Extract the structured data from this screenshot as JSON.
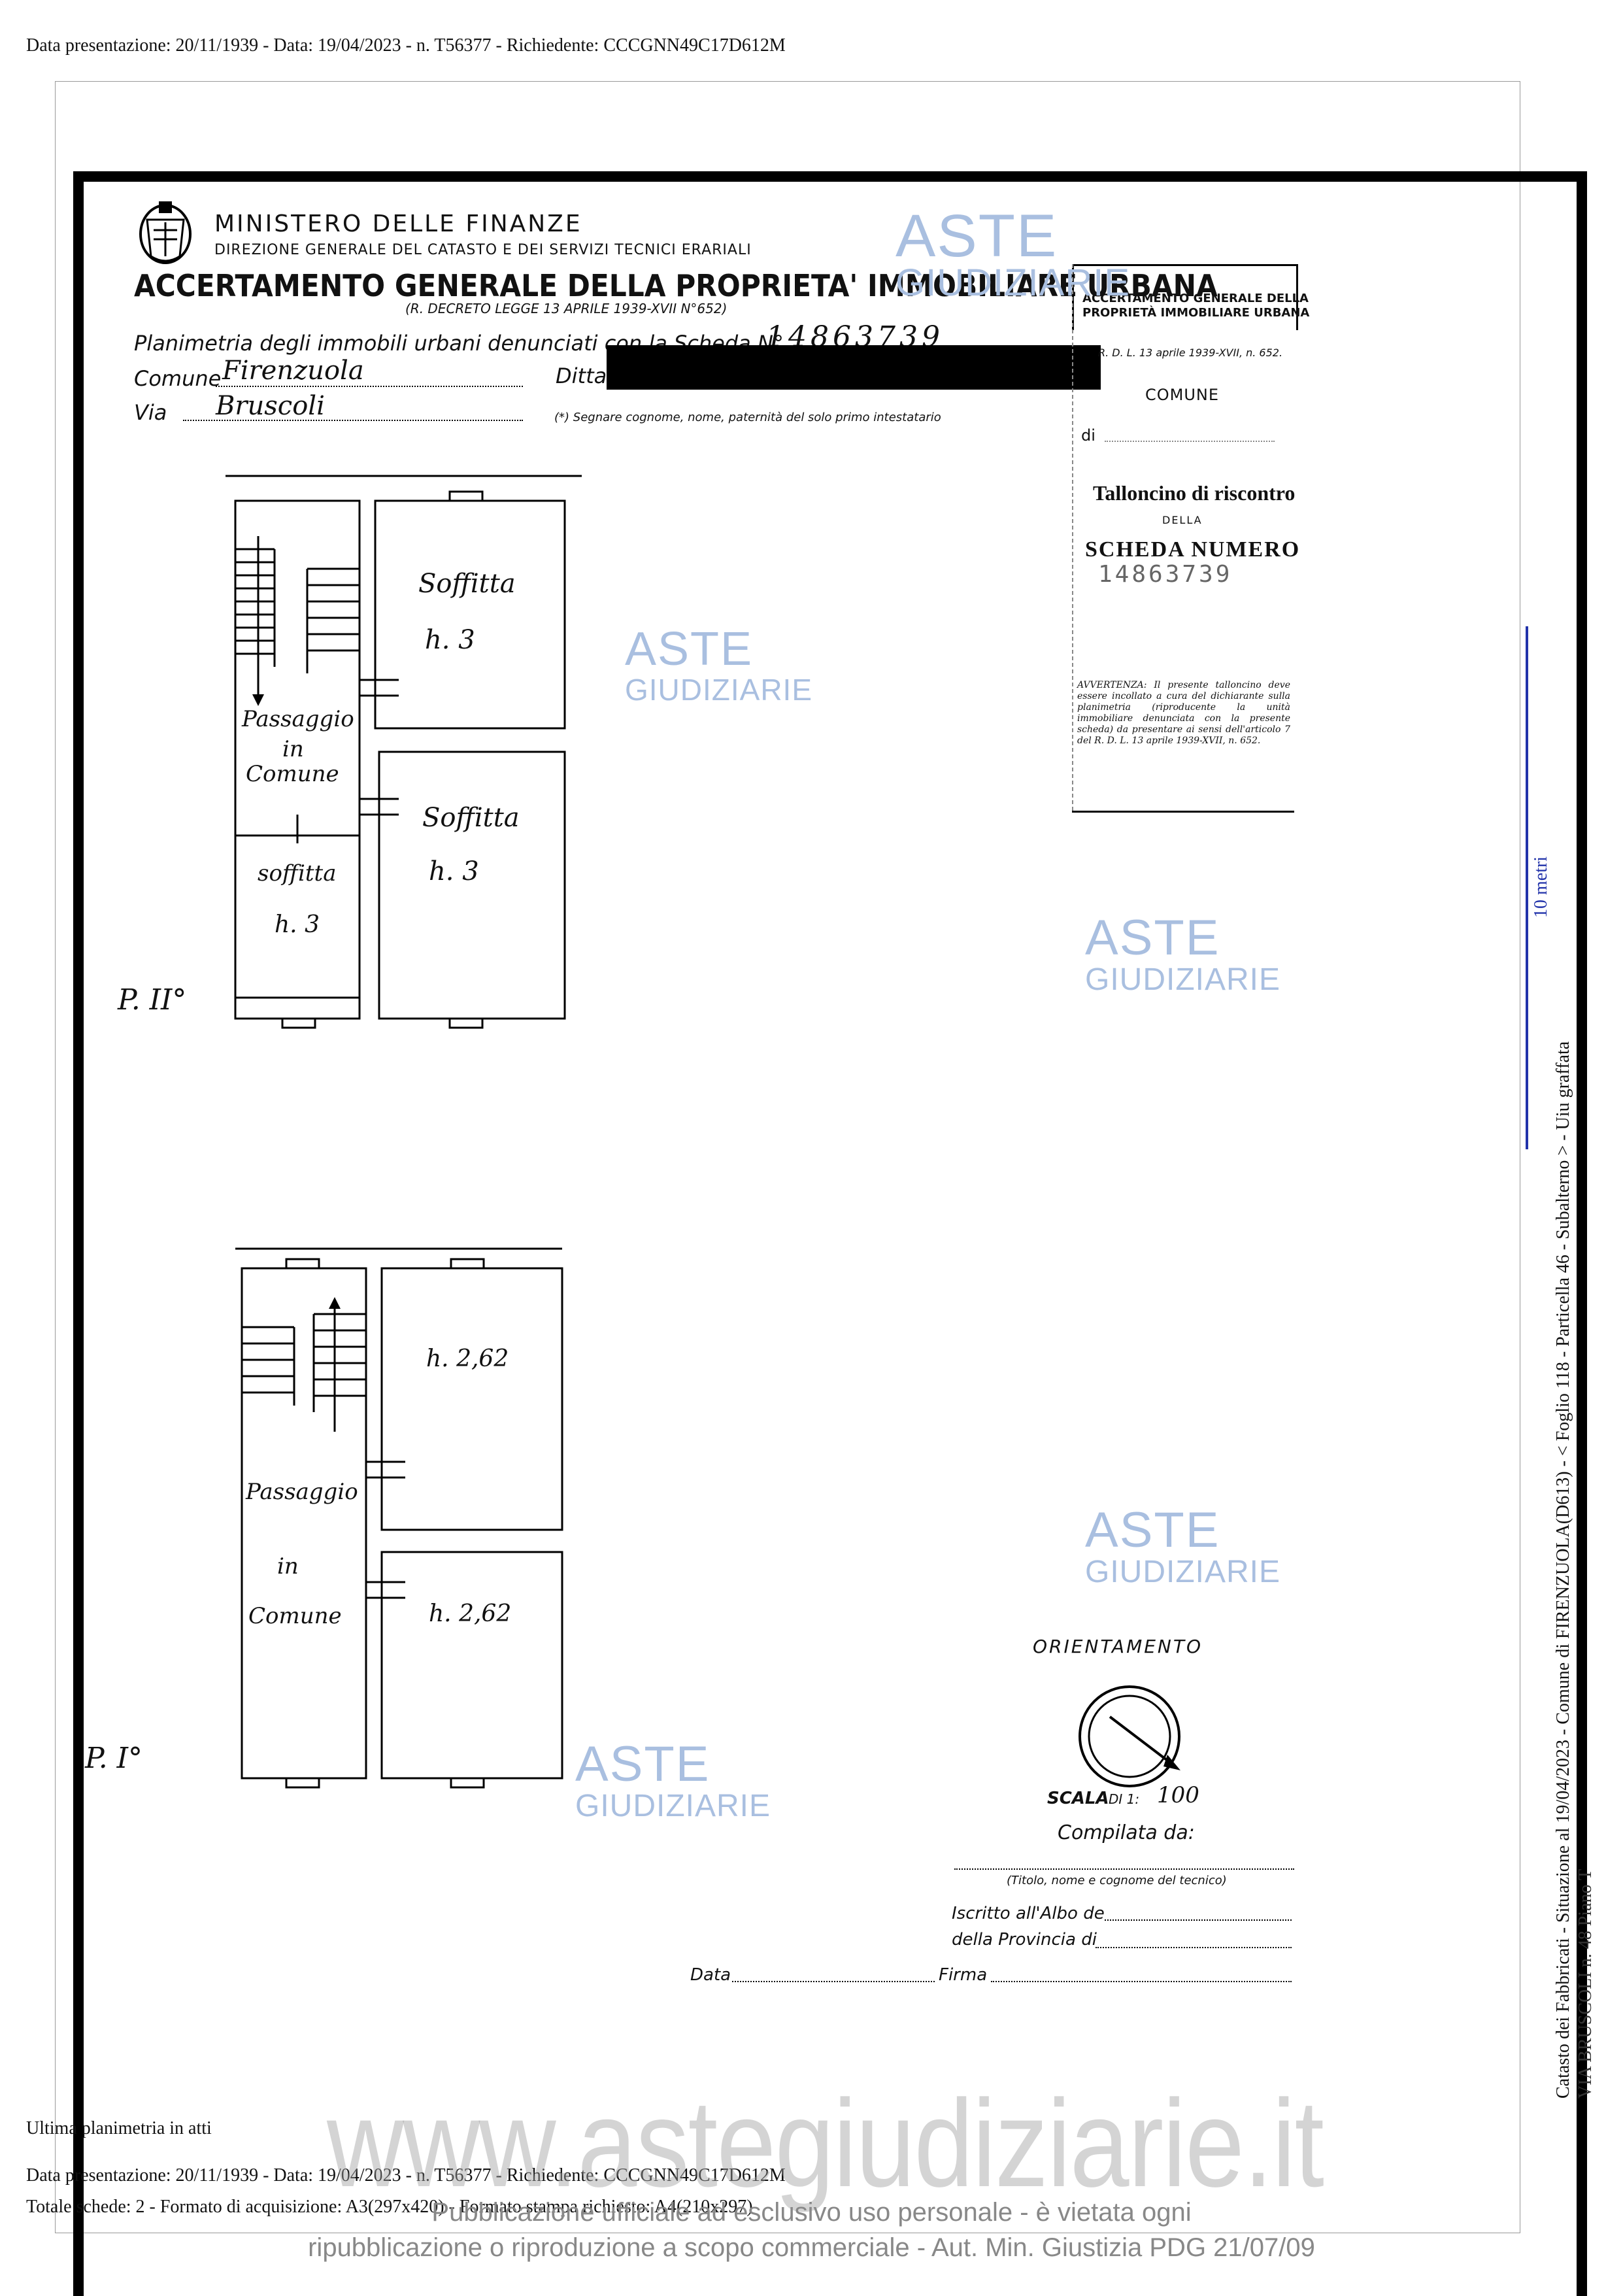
{
  "top_line": "Data presentazione: 20/11/1939 - Data: 19/04/2023 - n. T56377 - Richiedente: CCCGNN49C17D612M",
  "header": {
    "ministero": "MINISTERO DELLE FINANZE",
    "direzione": "DIREZIONE GENERALE DEL CATASTO E DEI SERVIZI TECNICI ERARIALI",
    "title": "ACCERTAMENTO GENERALE DELLA PROPRIETA' IMMOBILIARE URBANA",
    "decreto": "(R. DECRETO LEGGE 13 APRILE 1939-XVII N°652)"
  },
  "form": {
    "planimetria_label": "Planimetria degli immobili urbani denunciati con la Scheda N°",
    "scheda_numero": "14863739",
    "comune_label": "Comune",
    "comune_value": "Firenzuola",
    "via_label": "Via",
    "via_value": "Bruscoli",
    "ditta_label": "Ditta",
    "note": "(*) Segnare cognome, nome, paternità del solo primo intestatario"
  },
  "stub": {
    "head_line1": "ACCERTAMENTO GENERALE DELLA",
    "head_line2": "PROPRIETÀ IMMOBILIARE URBANA",
    "rdl": "R. D. L. 13 aprile 1939-XVII, n. 652.",
    "comune": "COMUNE",
    "di": "di",
    "talloncino": "Talloncino di riscontro",
    "della": "DELLA",
    "scheda_numero": "SCHEDA NUMERO",
    "numero_value": "14863739",
    "avvertenza": "AVVERTENZA: Il presente talloncino deve essere incollato a cura del dichiarante sulla planimetria (riproducente la unità immobiliare denunciata con la presente scheda) da presentare ai sensi dell'articolo 7 del R. D. L. 13 aprile 1939-XVII, n. 652."
  },
  "plan_upper": {
    "floor_label": "P. II°",
    "room1_name": "Soffitta",
    "room1_h": "h. 3",
    "room2_name": "Soffitta",
    "room2_h": "h. 3",
    "room3_name": "soffitta",
    "room3_h": "h. 3",
    "corridor_1": "Passaggio",
    "corridor_2": "in",
    "corridor_3": "Comune"
  },
  "plan_lower": {
    "floor_label": "P. I°",
    "room1_h": "h. 2,62",
    "room2_h": "h. 2,62",
    "corridor_1": "Passaggio",
    "corridor_2": "in",
    "corridor_3": "Comune"
  },
  "orient": {
    "title": "ORIENTAMENTO",
    "scala_label": "SCALA",
    "scala_di": "DI 1:",
    "scala_value": "100",
    "compilata": "Compilata da:",
    "titolo_note": "(Titolo, nome e cognome del tecnico)",
    "iscritto": "Iscritto all'Albo de",
    "provincia": "della Provincia di",
    "data": "Data",
    "firma": "Firma"
  },
  "side": {
    "line1": "Catasto dei Fabbricati - Situazione al 19/04/2023 - Comune di FIRENZUOLA(D613) - < Foglio 118 - Particella 46 - Subalterno > - Uiu graffata",
    "line2": "VIA BRUSCOLI n. 48 Piano T",
    "scale": "10 metri"
  },
  "watermark": {
    "aste": "ASTE",
    "giudiziarie": "GIUDIZIARIE",
    "site": "www.astegiudiziarie.it",
    "pub_line1": "Pubblicazione ufficiale ad esclusivo uso personale - è vietata ogni",
    "pub_line2": "ripubblicazione o riproduzione a scopo commerciale - Aut. Min. Giustizia PDG 21/07/09"
  },
  "footer": {
    "ultima": "Ultima planimetria in atti",
    "data_line": "Data presentazione: 20/11/1939 - Data: 19/04/2023 - n. T56377 - Richiedente: CCCGNN49C17D612M",
    "totale_line": "Totale schede: 2 - Formato di acquisizione: A3(297x420) - Formato stampa richiesto: A4(210x297)"
  }
}
